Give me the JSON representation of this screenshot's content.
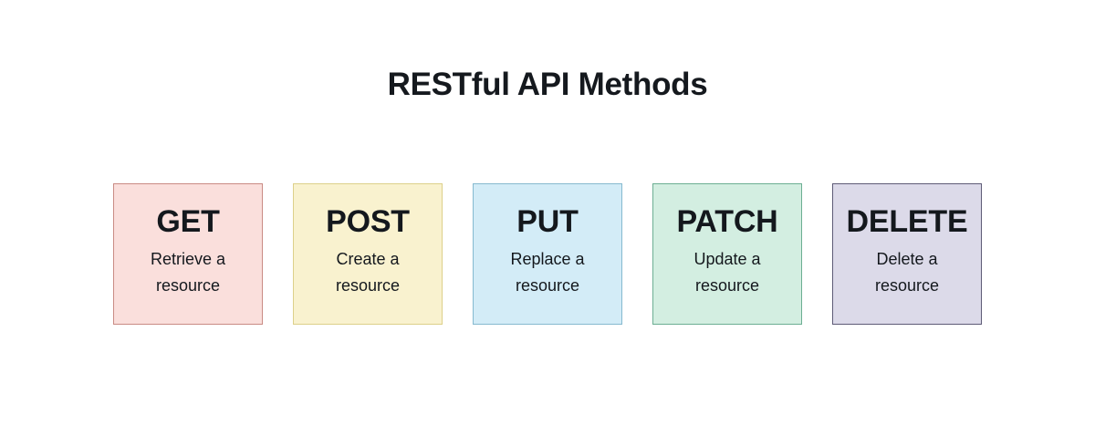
{
  "page": {
    "title": "RESTful API Methods",
    "background_color": "#ffffff",
    "text_color": "#14181d"
  },
  "cards": [
    {
      "method": "GET",
      "description": "Retrieve a resource",
      "fill_color": "#fadfdc",
      "border_color": "#c98b84"
    },
    {
      "method": "POST",
      "description": "Create a resource",
      "fill_color": "#f9f2cf",
      "border_color": "#ddd08a"
    },
    {
      "method": "PUT",
      "description": "Replace a resource",
      "fill_color": "#d3ecf7",
      "border_color": "#86b9cf"
    },
    {
      "method": "PATCH",
      "description": "Update a resource",
      "fill_color": "#d3eee1",
      "border_color": "#6cae93"
    },
    {
      "method": "DELETE",
      "description": "Delete a resource",
      "fill_color": "#dcdae9",
      "border_color": "#5e5b77"
    }
  ]
}
